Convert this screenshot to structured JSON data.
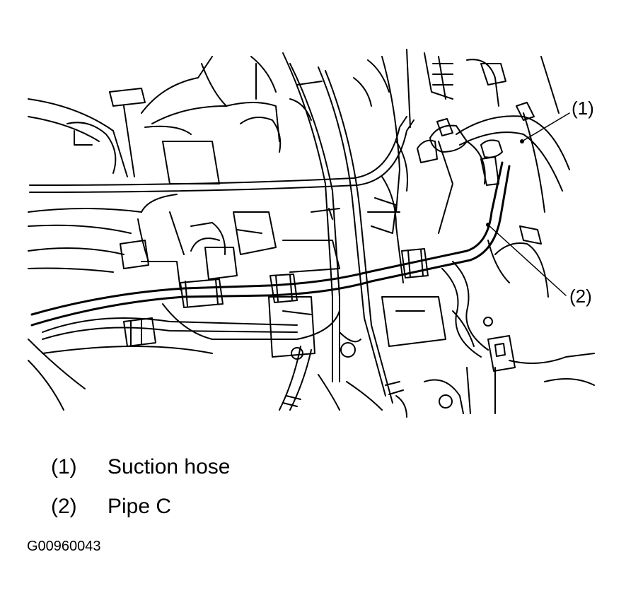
{
  "callouts": {
    "one": "(1)",
    "two": "(2)"
  },
  "legend": [
    {
      "number": "(1)",
      "label": "Suction hose"
    },
    {
      "number": "(2)",
      "label": "Pipe C"
    }
  ],
  "figure_id": "G00960043"
}
